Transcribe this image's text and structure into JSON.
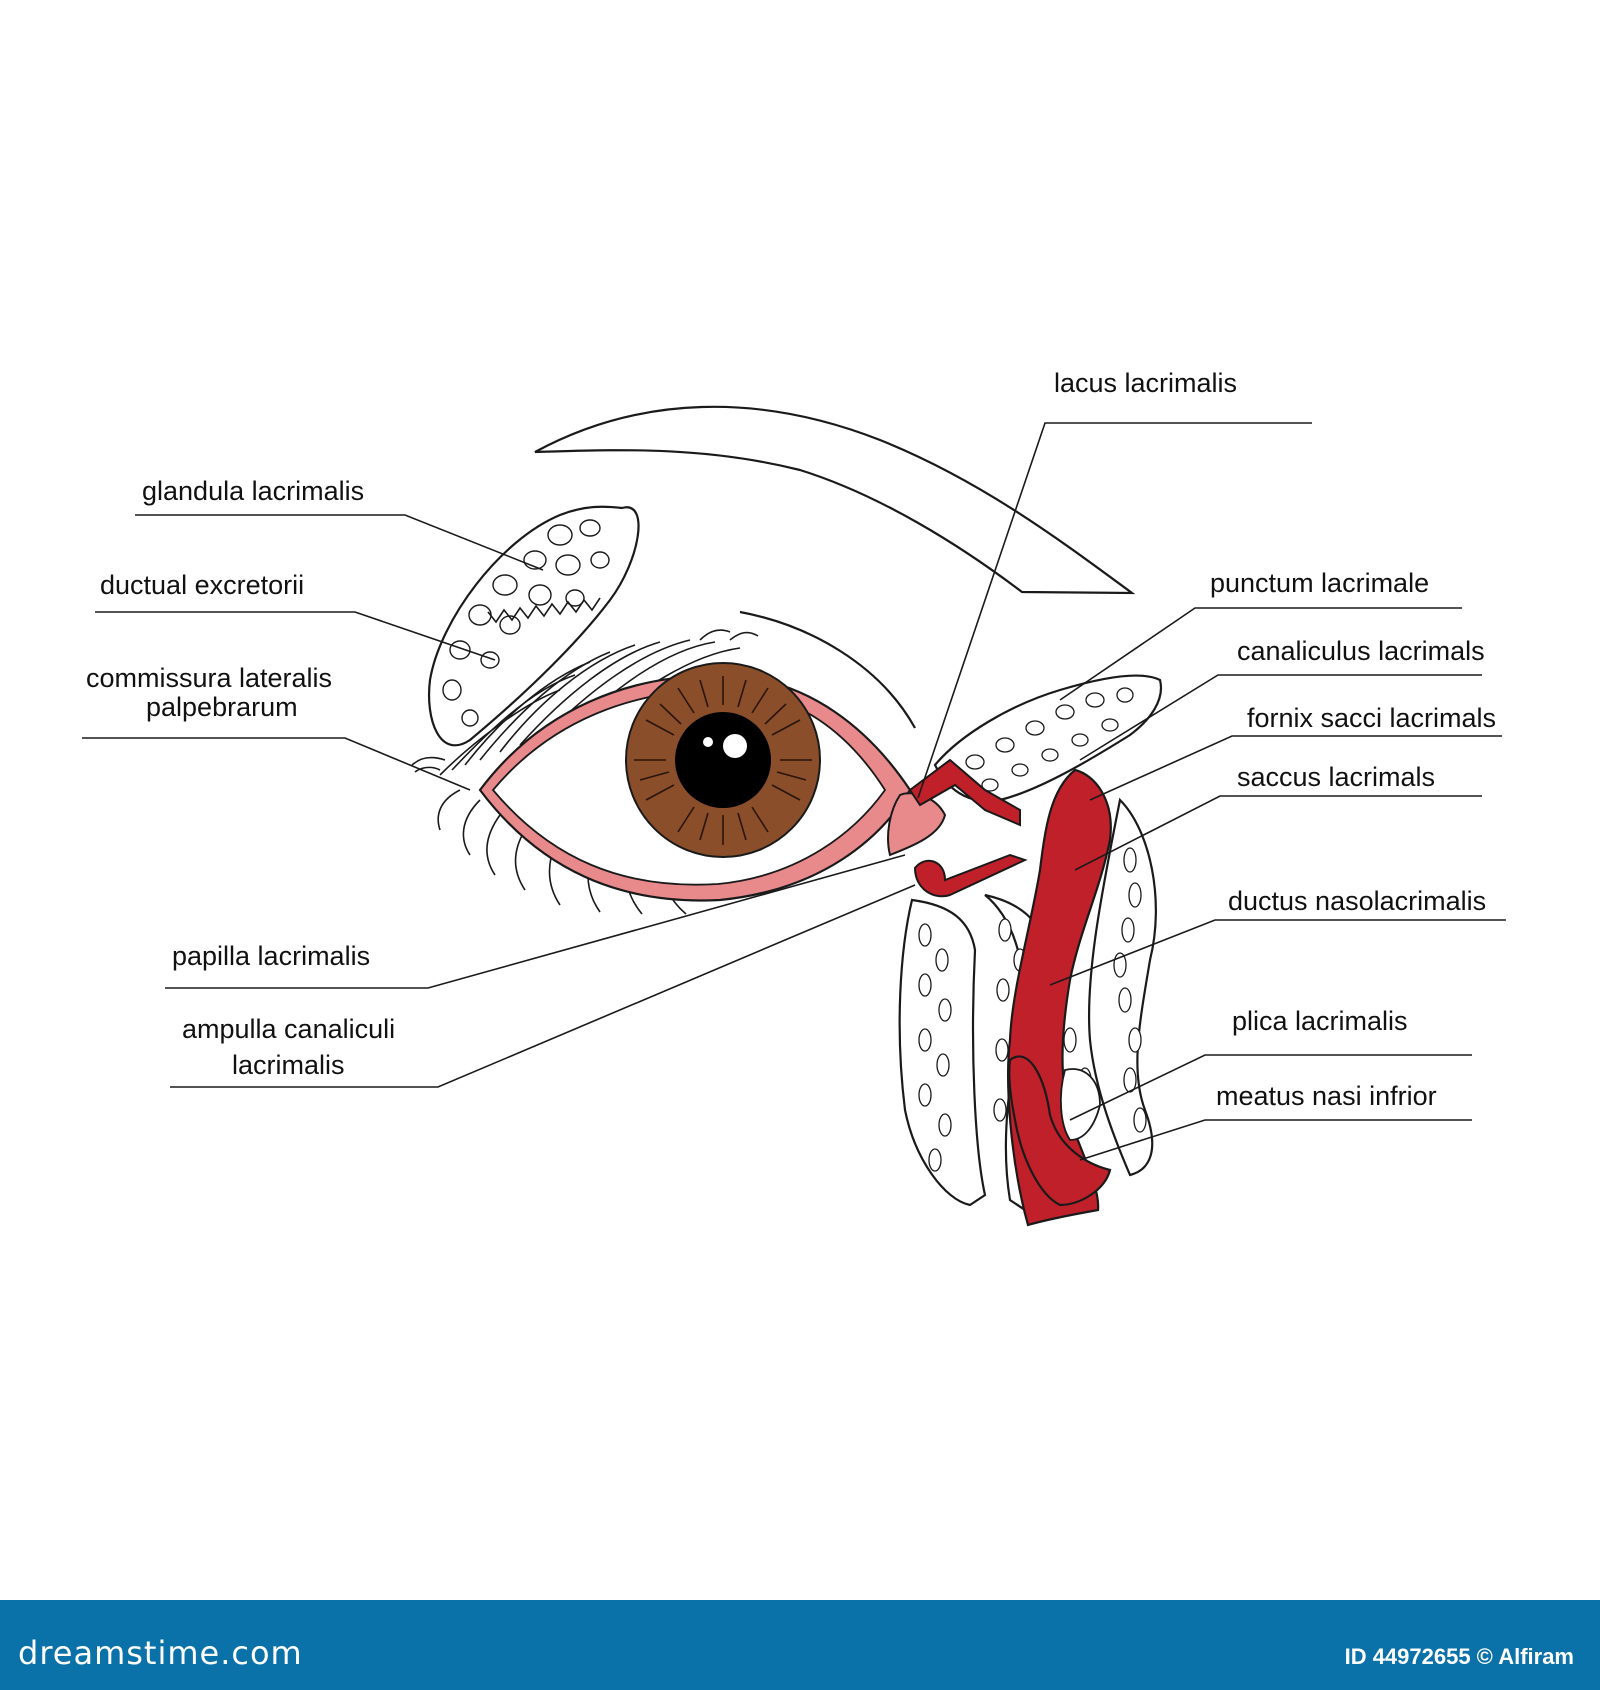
{
  "labels": {
    "lacus": "lacus lacrimalis",
    "glandula": "glandula lacrimalis",
    "ductual": "ductual excretorii",
    "commissura_1": "commissura lateralis",
    "commissura_2": "palpebrarum",
    "punctum": "punctum lacrimale",
    "canaliculus": "canaliculus lacrimals",
    "fornix": "fornix sacci lacrimals",
    "saccus": "saccus lacrimals",
    "ductus": "ductus nasolacrimalis",
    "papilla": "papilla lacrimalis",
    "ampulla_1": "ampulla canaliculi",
    "ampulla_2": "lacrimalis",
    "plica": "plica lacrimalis",
    "meatus": "meatus nasi infrior"
  },
  "footer": {
    "brand": "dreamstime.com",
    "credit": "ID 44972655 © Alfiram"
  },
  "colors": {
    "iris": "#8a4f2a",
    "pupil": "#000000",
    "duct_red": "#c0202a",
    "lid_pink": "#e88a8c",
    "footer_bar": "#0b71a9"
  }
}
